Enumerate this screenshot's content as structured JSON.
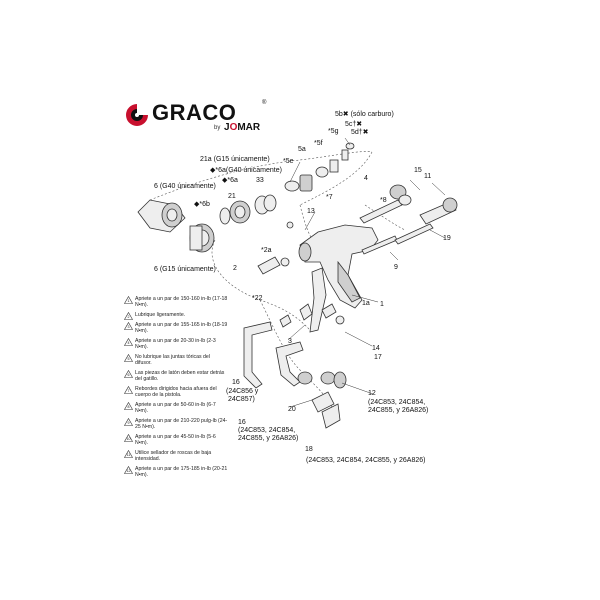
{
  "brand": {
    "name": "GRACO",
    "by": "by",
    "sub_brand": "JOMAR",
    "accent_color": "#c8102e"
  },
  "callouts": [
    {
      "id": "c5b",
      "text": "5b✖ (sólo carburo)"
    },
    {
      "id": "c5c",
      "text": "5c†✖"
    },
    {
      "id": "c5d",
      "text": "5d†✖"
    },
    {
      "id": "c5g",
      "text": "*5g"
    },
    {
      "id": "c5f",
      "text": "*5f"
    },
    {
      "id": "c5a",
      "text": "5a"
    },
    {
      "id": "c5e",
      "text": "*5e"
    },
    {
      "id": "c21a",
      "text": "21a (G15 únicamente)"
    },
    {
      "id": "c6a",
      "text": "◆*6a(G40 únicamente)"
    },
    {
      "id": "c6a2",
      "text": "◆*6a"
    },
    {
      "id": "c33",
      "text": "33"
    },
    {
      "id": "c6g40",
      "text": "6 (G40 únicamente)"
    },
    {
      "id": "c21",
      "text": "21"
    },
    {
      "id": "c6b",
      "text": "◆*6b"
    },
    {
      "id": "c4",
      "text": "4"
    },
    {
      "id": "c15",
      "text": "15"
    },
    {
      "id": "c11",
      "text": "11"
    },
    {
      "id": "c8",
      "text": "*8"
    },
    {
      "id": "c7",
      "text": "*7"
    },
    {
      "id": "c13",
      "text": "13"
    },
    {
      "id": "c19",
      "text": "19"
    },
    {
      "id": "c2a",
      "text": "*2a"
    },
    {
      "id": "c2",
      "text": "2"
    },
    {
      "id": "c9",
      "text": "9"
    },
    {
      "id": "c6g15",
      "text": "6 (G15 únicamente)"
    },
    {
      "id": "c22",
      "text": "*22"
    },
    {
      "id": "c1a",
      "text": "1a"
    },
    {
      "id": "c1",
      "text": "1"
    },
    {
      "id": "c3",
      "text": "3"
    },
    {
      "id": "c14",
      "text": "14"
    },
    {
      "id": "c17",
      "text": "17"
    },
    {
      "id": "c16a",
      "text": "16"
    },
    {
      "id": "c16a2",
      "text": "(24C856 y"
    },
    {
      "id": "c16a3",
      "text": "24C857)"
    },
    {
      "id": "c20",
      "text": "20"
    },
    {
      "id": "c12",
      "text": "12"
    },
    {
      "id": "c12b",
      "text": "(24C853, 24C854,"
    },
    {
      "id": "c12c",
      "text": "24C855, y 26A826)"
    },
    {
      "id": "c16b",
      "text": "16"
    },
    {
      "id": "c16b2",
      "text": "(24C853, 24C854,"
    },
    {
      "id": "c16b3",
      "text": "24C855, y 26A826)"
    },
    {
      "id": "c18",
      "text": "18"
    },
    {
      "id": "c18b",
      "text": "(24C853, 24C854, 24C855, y 26A826)"
    }
  ],
  "notes": [
    {
      "num": "1",
      "text": "Apriete a un par de 150-160 in-lb (17-18 N•m)."
    },
    {
      "num": "2",
      "text": "Lubrique ligeramente."
    },
    {
      "num": "3",
      "text": "Apriete a un par de 155-165 in-lb (18-19 N•m)."
    },
    {
      "num": "4",
      "text": "Apriete a un par de 20-30 in-lb (2-3 N•m)."
    },
    {
      "num": "5",
      "text": "No lubrique las juntas tóricas del difusor."
    },
    {
      "num": "6",
      "text": "Las piezas de latón deben estar detrás del gatillo."
    },
    {
      "num": "7",
      "text": "Rebordes dirigidos hacia afuera del cuerpo de la pistola."
    },
    {
      "num": "8",
      "text": "Apriete a un par de 50-60 in-lb (6-7 N•m)."
    },
    {
      "num": "9",
      "text": "Apriete a un par de 210-220 pulg-lb (24-25 N•m)."
    },
    {
      "num": "10",
      "text": "Apriete a un par de 45-50 in-lb (5-6 N•m)."
    },
    {
      "num": "11",
      "text": "Utilice sellador de roscas de baja intensidad."
    },
    {
      "num": "12",
      "text": "Apriete a un par de 175-185 in-lb (20-21 N•m)."
    }
  ]
}
